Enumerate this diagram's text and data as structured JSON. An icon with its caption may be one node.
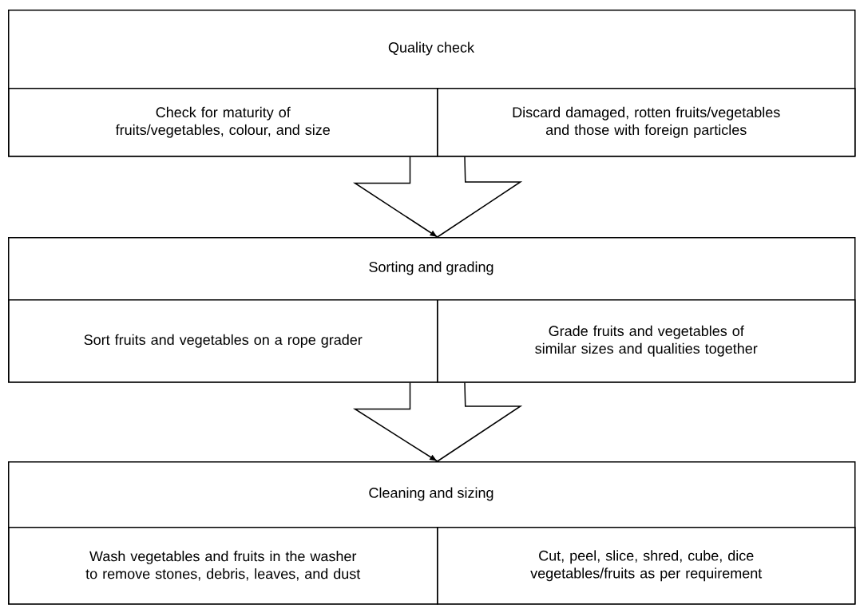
{
  "diagram": {
    "nodes": [
      {
        "text": [
          "Quality check"
        ]
      },
      {
        "text": [
          "Check for maturity of fruits/vegetables, colour, and size"
        ],
        "in": 0
      },
      {
        "text": [
          "Discard damaged, rotten fruits/vegetables and those with foreign particles"
        ],
        "in": 0
      },
      {
        "text": [
          "Sorting and grading"
        ]
      },
      {
        "text": [
          "Sort fruits and vegetables on a rope grader"
        ],
        "in": 3
      },
      {
        "text": [
          "Grade fruits and vegetables of similar sizes and qualities together"
        ],
        "in": 3
      },
      {
        "text": [
          "Cleaning and sizing"
        ]
      },
      {
        "text": [
          "Wash vegetables and fruits in the washer to remove stones, debris, leaves, and dust"
        ],
        "in": 6
      },
      {
        "text": [
          "Cut, peel, slice, shred, cube, dice vegetables/fruits as per requirement"
        ],
        "in": 6
      }
    ],
    "edges": [
      {
        "from": 1,
        "to": 3,
        "arrow": "to"
      },
      {
        "from": 2,
        "to": 3,
        "arrow": "to"
      },
      {
        "from": 4,
        "to": 6,
        "arrow": "to"
      },
      {
        "from": 5,
        "to": 6,
        "arrow": "to"
      }
    ]
  }
}
